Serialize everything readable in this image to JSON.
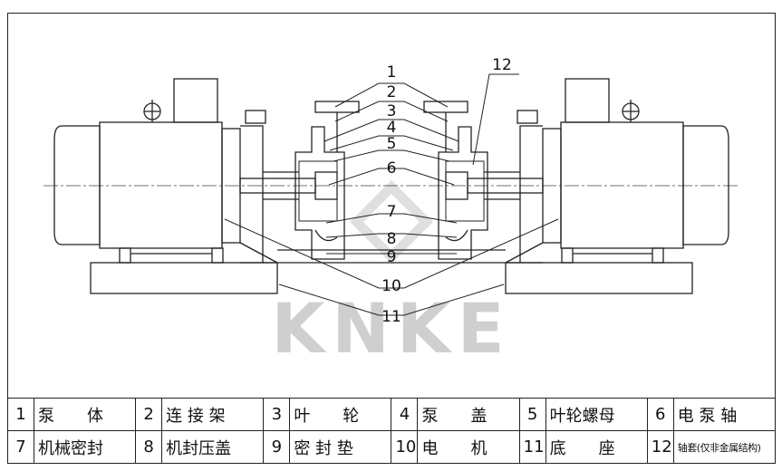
{
  "watermark": {
    "text": "KNKE"
  },
  "callouts": [
    "1",
    "2",
    "3",
    "4",
    "5",
    "6",
    "7",
    "8",
    "9",
    "10",
    "11",
    "12"
  ],
  "legend": {
    "rows": [
      [
        {
          "num": "1",
          "name": "泵　　体"
        },
        {
          "num": "2",
          "name": "连 接 架"
        },
        {
          "num": "3",
          "name": "叶　　轮"
        },
        {
          "num": "4",
          "name": "泵　　盖"
        },
        {
          "num": "5",
          "name": "叶轮螺母"
        },
        {
          "num": "6",
          "name": "电 泵 轴"
        }
      ],
      [
        {
          "num": "7",
          "name": "机械密封"
        },
        {
          "num": "8",
          "name": "机封压盖"
        },
        {
          "num": "9",
          "name": "密 封 垫"
        },
        {
          "num": "10",
          "name": "电　　机"
        },
        {
          "num": "11",
          "name": "底　　座"
        },
        {
          "num": "12",
          "name": "轴套(仅非金属结构)"
        }
      ]
    ]
  }
}
